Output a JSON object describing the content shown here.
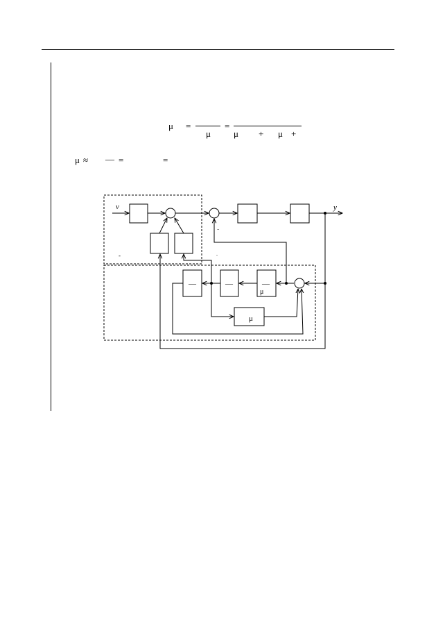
{
  "equation1": {
    "lhs_symbol": "μ",
    "eq_sign_1": "=",
    "frac1_den": "μ",
    "eq_sign_2": "=",
    "frac2_den_1": "μ",
    "frac2_den_plus_1": "+",
    "frac2_den_2": "μ",
    "frac2_den_plus_2": "+"
  },
  "equation2": {
    "lhs_symbol": "μ",
    "approx_sign": "≈",
    "frac_bar": "—",
    "eq_sign_1": "=",
    "eq_sign_2": "="
  },
  "diagram": {
    "input_label": "v",
    "output_label": "y",
    "feedback_block_symbol": "μ",
    "inner_block_symbol": "μ",
    "block1_frac": "—",
    "block2_frac": "—",
    "block3_frac": "—",
    "small_mark_1": "..",
    "small_mark_2": "-",
    "small_mark_3": "."
  }
}
